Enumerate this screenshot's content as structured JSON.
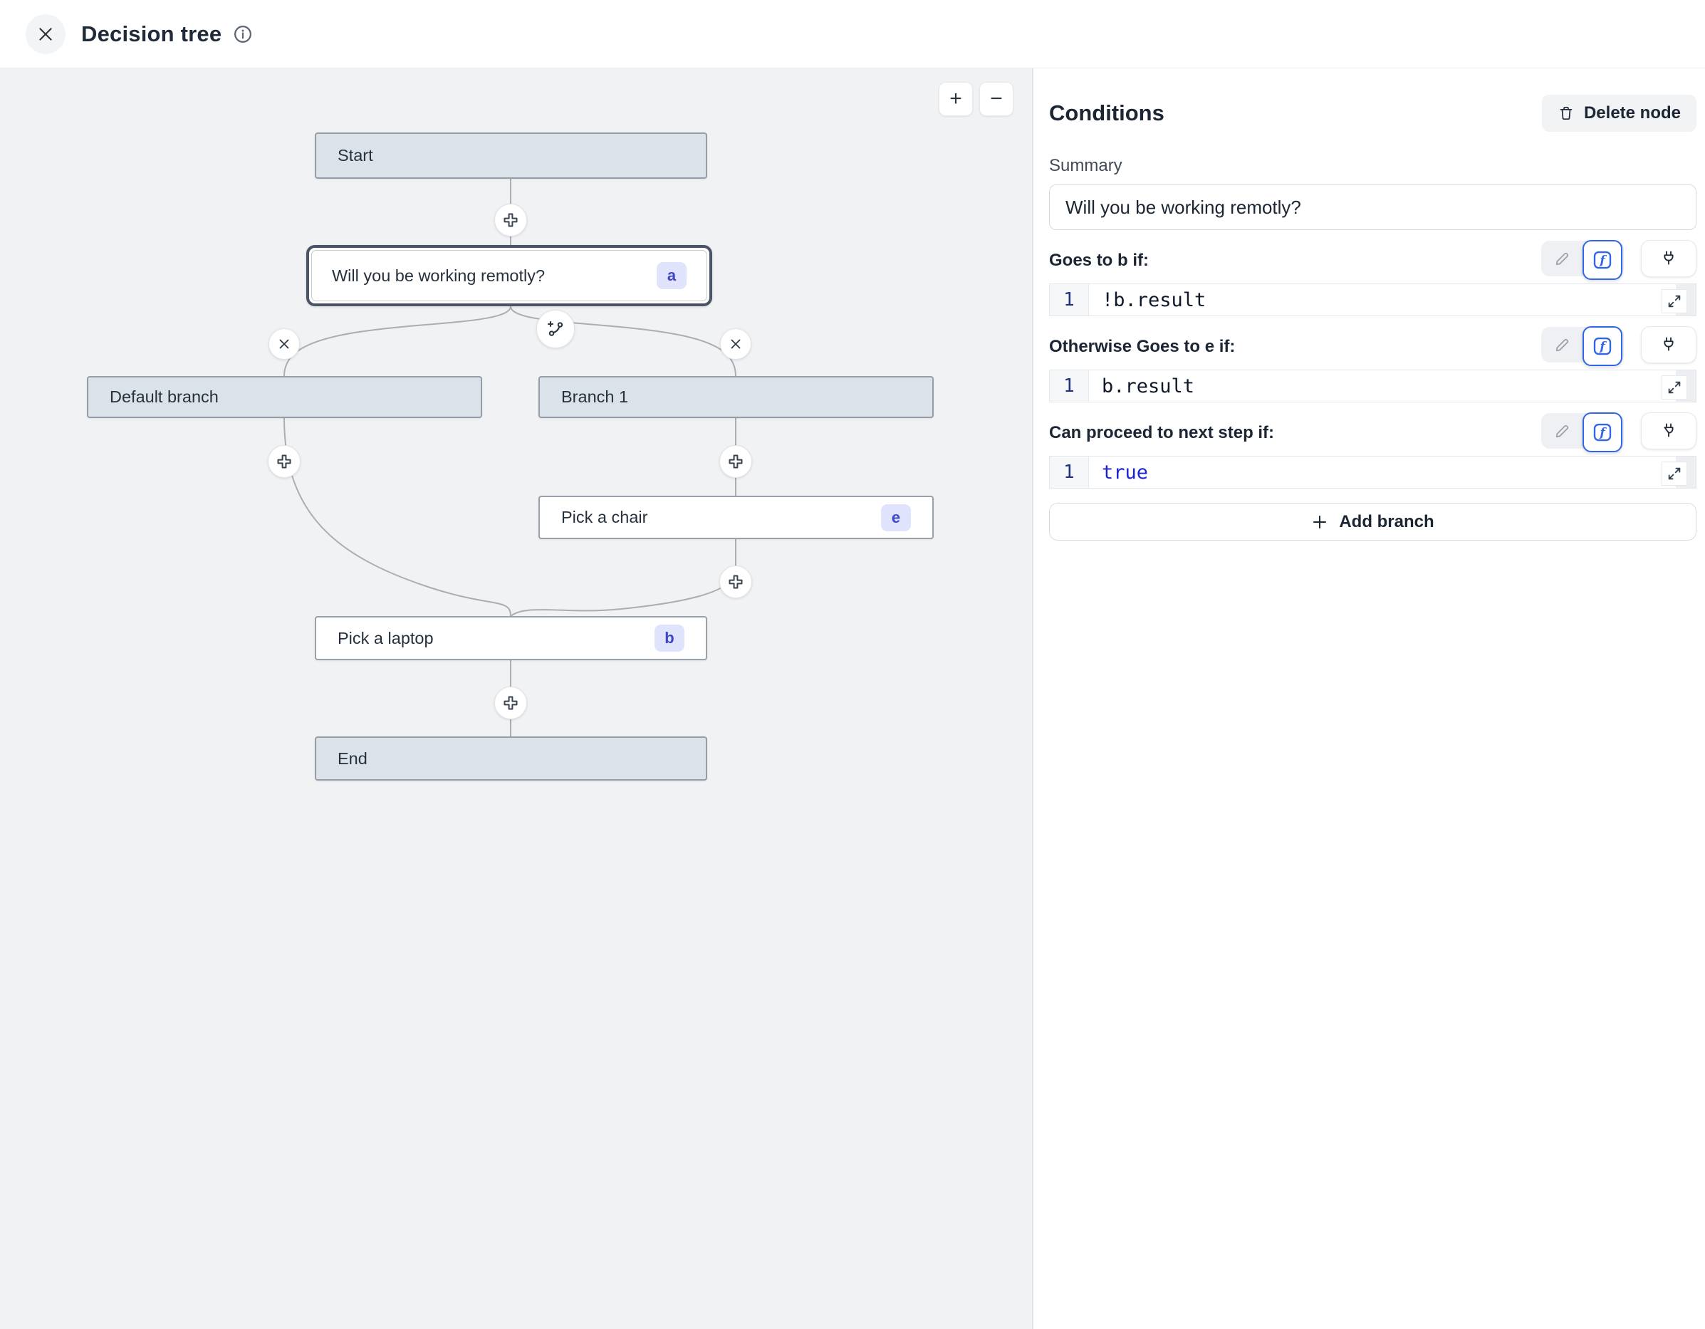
{
  "header": {
    "title": "Decision tree"
  },
  "canvas": {
    "zoom_in_label": "+",
    "zoom_out_label": "−",
    "nodes": {
      "start": {
        "label": "Start"
      },
      "question": {
        "label": "Will you be working remotly?",
        "badge": "a"
      },
      "default_branch": {
        "label": "Default branch"
      },
      "branch_1": {
        "label": "Branch 1"
      },
      "pick_chair": {
        "label": "Pick a chair",
        "badge": "e"
      },
      "pick_laptop": {
        "label": "Pick a laptop",
        "badge": "b"
      },
      "end": {
        "label": "End"
      }
    }
  },
  "panel": {
    "title": "Conditions",
    "delete_button_label": "Delete node",
    "summary_label": "Summary",
    "summary_value": "Will you be working remotly?",
    "conditions": [
      {
        "label": "Goes to b if:",
        "line_number": "1",
        "code": "!b.result",
        "code_style": "color:#10182b"
      },
      {
        "label": "Otherwise Goes to e if:",
        "line_number": "1",
        "code": "b.result",
        "code_style": "color:#10182b"
      },
      {
        "label": "Can proceed to next step if:",
        "line_number": "1",
        "code": "true",
        "code_style": "color:#1d23cf"
      }
    ],
    "add_branch_label": "Add branch"
  },
  "icons": {
    "close": "x-mark",
    "info": "info-circle",
    "trash": "trash-can",
    "pencil": "pencil",
    "formula": "fx-square",
    "plug": "power-plug",
    "expand": "diagonal-arrows",
    "add_node": "plus-cross",
    "remove_branch": "x-mark",
    "add_branch_split": "branch-plus",
    "zoom_in": "plus",
    "zoom_out": "minus"
  },
  "colors": {
    "accent_blue": "#3166e8",
    "keyword_blue": "#1d23cf",
    "badge_bg": "#dfe3fc",
    "badge_text": "#3c46c4",
    "node_gray_fill": "#dbe2e9",
    "node_border": "#99a2ab",
    "selected_node_border": "#4a5466",
    "canvas_bg": "#f1f2f4",
    "edge_gray": "#a8aeb5",
    "panel_bg": "#ffffff"
  }
}
